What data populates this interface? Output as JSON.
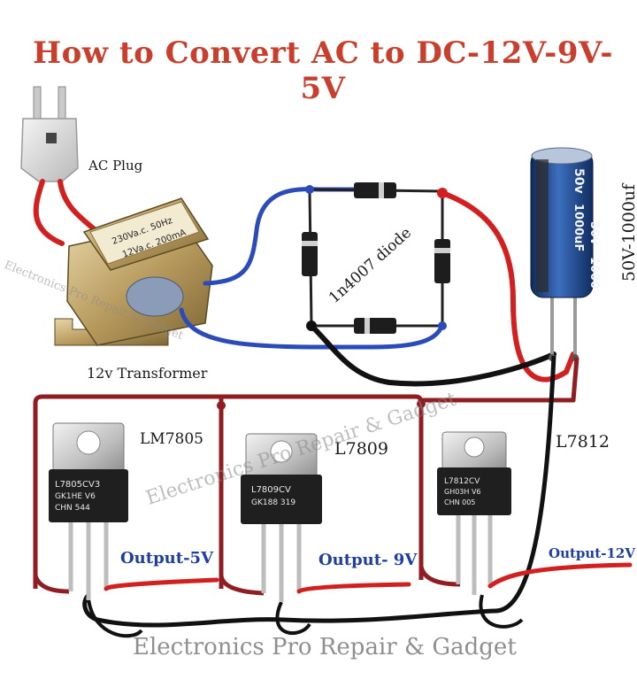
{
  "title": "How to Convert AC to DC-12V-9V-5V",
  "labels": {
    "ac_plug": "AC Plug",
    "transformer": "12v Transformer",
    "diode": "1n4007 diode",
    "capacitor": "50V-1000uf",
    "reg1": "LM7805",
    "reg2": "L7809",
    "reg3": "L7812"
  },
  "outputs": {
    "out1": "Output-5V",
    "out2": "Output- 9V",
    "out3": "Output-12V"
  },
  "transformer_plate": {
    "line1": "230Va.c. 50Hz",
    "line2": "12Va.c. 200mA"
  },
  "capacitor_body": {
    "text1": "50v",
    "text2": "1000uF",
    "text3": "50v",
    "text4": "1000"
  },
  "chips": {
    "chip1": [
      "L7805CV3",
      "GK1HE  V6",
      "CHN  544"
    ],
    "chip2": [
      "L7809CV",
      "GK188 319"
    ],
    "chip3": [
      "L7812CV",
      "GH03H V6",
      "CHN  005"
    ]
  },
  "watermarks": {
    "left": "Electronics Pro Repair & Gadget",
    "center": "Electronics Pro Repair & Gadget",
    "bottom": "Electronics Pro Repair & Gadget"
  },
  "colors": {
    "title": "#c8402d",
    "red_wire": "#d21f1f",
    "blue_wire": "#2a4bb8",
    "dark_red_wire": "#8f1d22",
    "black_wire": "#111111",
    "output_label": "#1f3fa0"
  }
}
